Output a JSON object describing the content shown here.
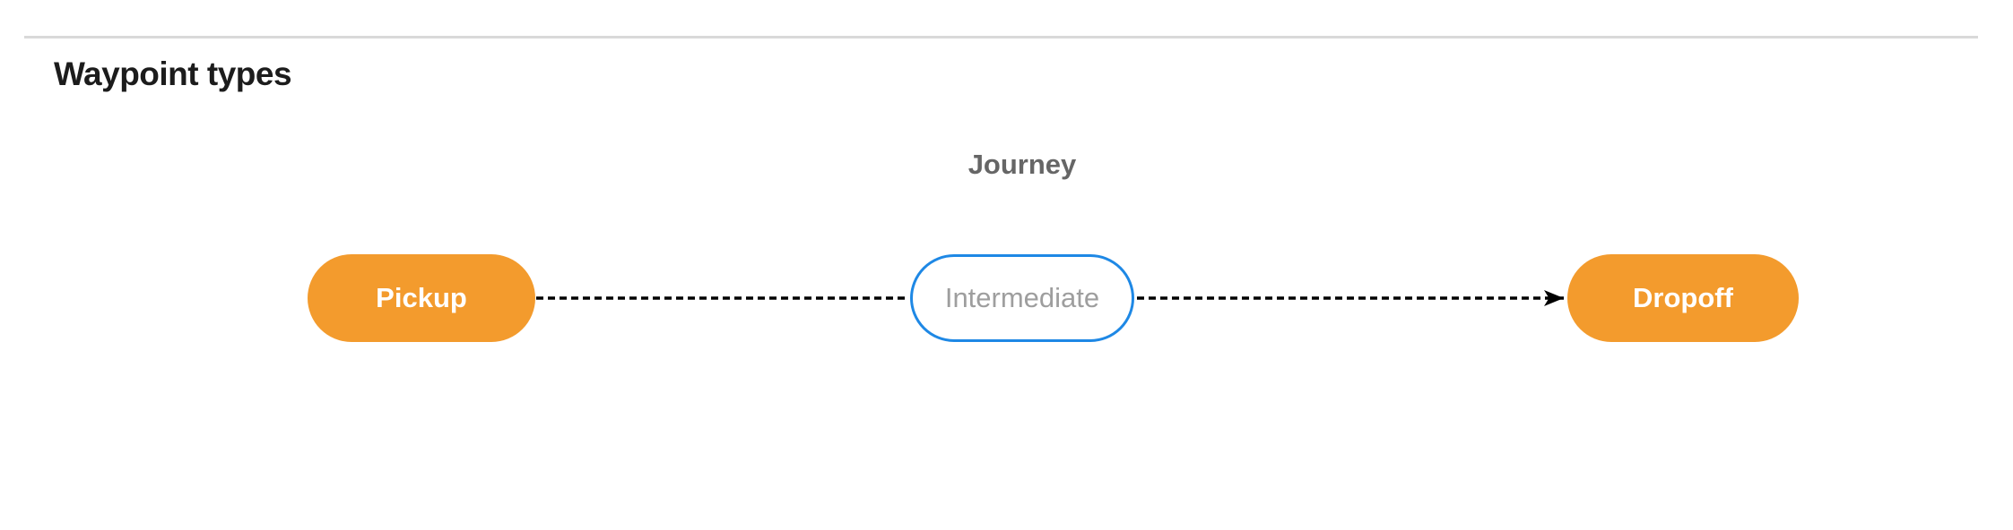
{
  "page": {
    "heading": "Waypoint types"
  },
  "diagram": {
    "group_label": "Journey",
    "nodes": [
      {
        "id": "pickup",
        "label": "Pickup",
        "kind": "terminal"
      },
      {
        "id": "intermediate",
        "label": "Intermediate",
        "kind": "intermediate"
      },
      {
        "id": "dropoff",
        "label": "Dropoff",
        "kind": "terminal"
      }
    ],
    "edges": [
      {
        "from": "pickup",
        "to": "intermediate",
        "style": "dashed",
        "arrowhead": false
      },
      {
        "from": "intermediate",
        "to": "dropoff",
        "style": "dashed",
        "arrowhead": true
      }
    ]
  },
  "colors": {
    "terminal_node_fill": "#F39B2D",
    "terminal_node_text": "#FFFFFF",
    "intermediate_node_fill": "#FFFFFF",
    "intermediate_node_border": "#1E88E5",
    "intermediate_node_text": "#9E9E9E",
    "group_label_text": "#666666",
    "heading_text": "#1C1C1C",
    "connector": "#000000",
    "divider": "#D9D9D9"
  }
}
